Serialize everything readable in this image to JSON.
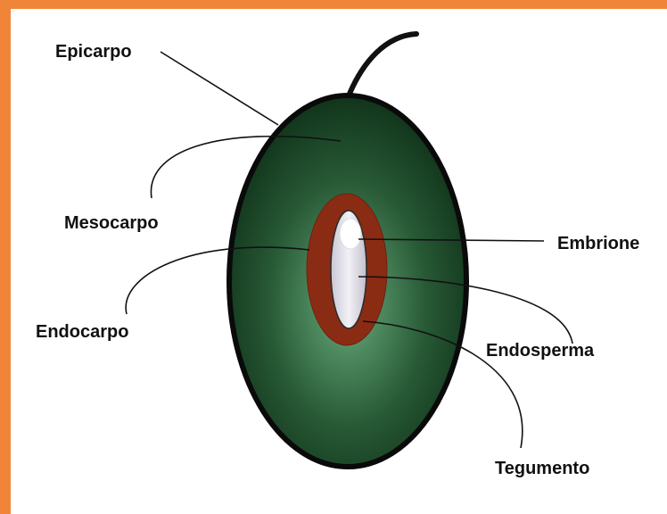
{
  "diagram": {
    "labels": {
      "epicarpo": "Epicarpo",
      "mesocarpo": "Mesocarpo",
      "endocarpo": "Endocarpo",
      "embrione": "Embrione",
      "endosperma": "Endosperma",
      "tegumento": "Tegumento"
    }
  },
  "colors": {
    "frame": "#f0853a",
    "background": "#ffffff",
    "fruit_outer": "#103a1c",
    "fruit_inner": "#5f9a72",
    "endocarp": "#8c2e16",
    "seed": "#e4e4ee",
    "stem": "#111111"
  }
}
